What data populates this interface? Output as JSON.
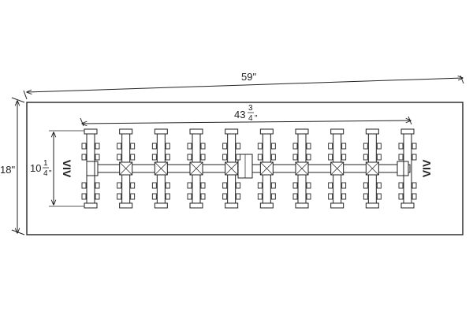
{
  "dimensions": {
    "overall_width": "59\"",
    "overall_height": "18\"",
    "burner_width": {
      "whole": "43",
      "num": "3",
      "den": "4",
      "unit": "\""
    },
    "burner_height": {
      "whole": "10",
      "num": "1",
      "den": "4",
      "unit": "\""
    }
  },
  "labels": {
    "left_mark": "VIV",
    "right_mark": "VIV"
  },
  "burner": {
    "arm_count": 10
  }
}
